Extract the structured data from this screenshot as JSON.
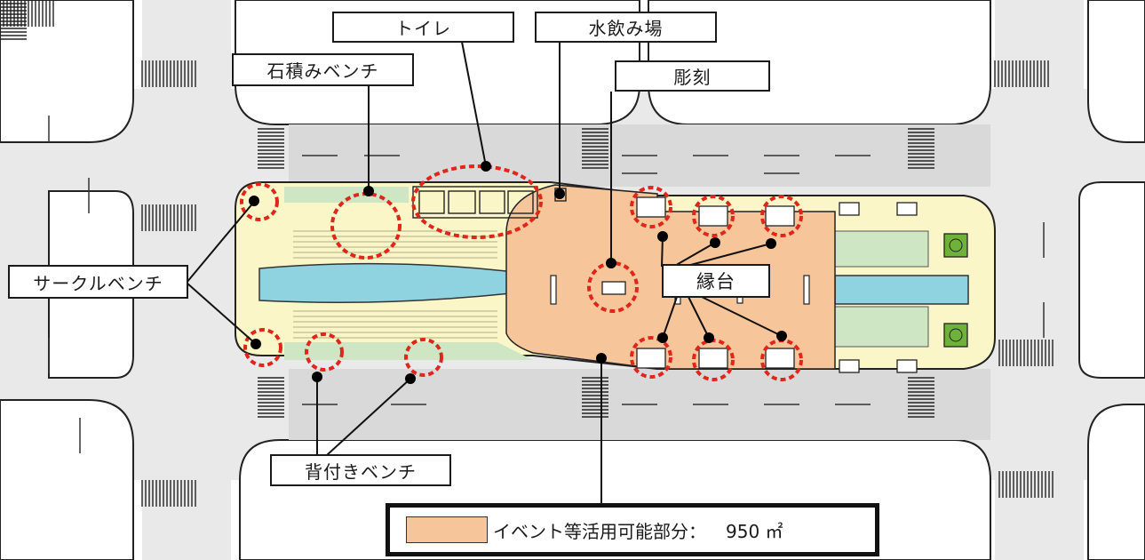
{
  "labels": {
    "toilet": "トイレ",
    "water_fountain": "水飲み場",
    "stone_bench": "石積みベンチ",
    "sculpture": "彫刻",
    "circle_bench": "サークルベンチ",
    "engawa": "縁台",
    "backrest_bench": "背付きベンチ"
  },
  "legend": {
    "label": "イベント等活用可能部分：",
    "value": "950 ㎡"
  },
  "colors": {
    "road": "#e6e6e6",
    "lane_area": "#d9d9d9",
    "plaza_cream": "#fbf6c8",
    "event_area": "#f7c59a",
    "water": "#8fd3e0",
    "lawn": "#cfe6c4",
    "highlight_circle": "#e0261b",
    "marker": "#000000",
    "tree": "#6fb23a"
  },
  "icons": [
    "zebra-crossing-icon",
    "tree-planter-icon",
    "bench-icon",
    "sculpture-icon"
  ]
}
